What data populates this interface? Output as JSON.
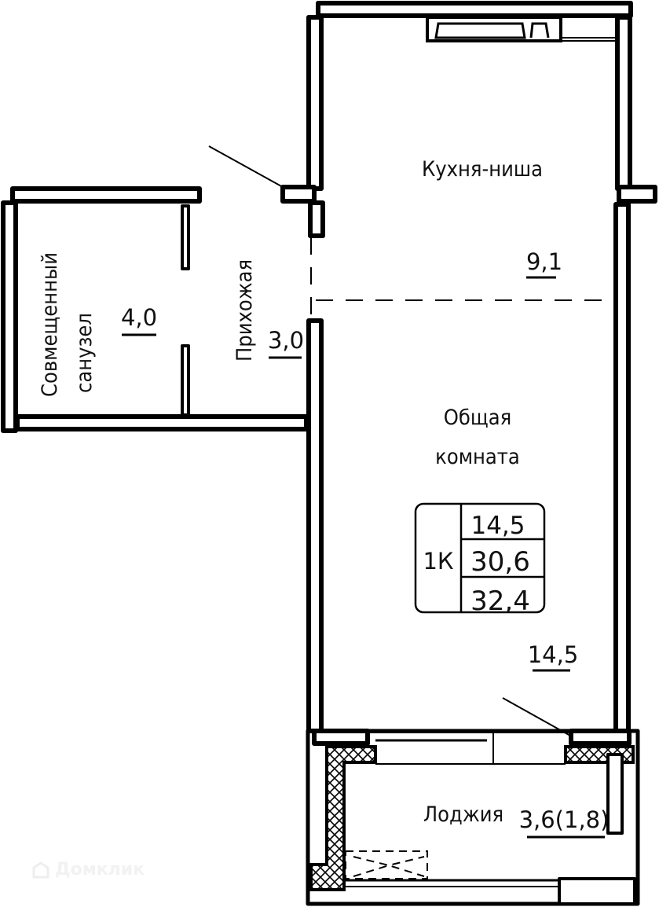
{
  "rooms": {
    "kitchen": {
      "label": "Кухня-ниша",
      "area": "9,1"
    },
    "living": {
      "label_line1": "Общая",
      "label_line2": "комната",
      "area": "14,5"
    },
    "hallway": {
      "label": "Прихожая",
      "area": "3,0"
    },
    "bathroom": {
      "label_line1": "Совмещенный",
      "label_line2": "санузел",
      "area": "4,0"
    },
    "loggia": {
      "label": "Лоджия",
      "area": "3,6(1,8)"
    }
  },
  "summary": {
    "type": "1К",
    "living_area": "14,5",
    "total_area": "30,6",
    "total_with_loggia": "32,4"
  },
  "watermark": {
    "text": "Домклик",
    "icon": "house-logo-icon"
  }
}
